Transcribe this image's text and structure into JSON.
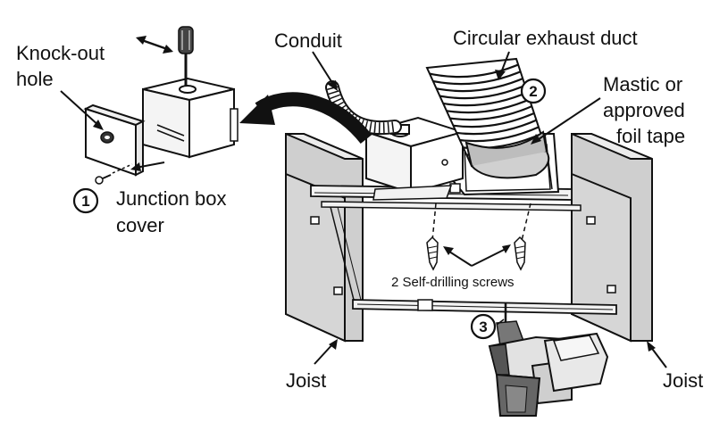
{
  "labels": {
    "knockout_line1": "Knock-out",
    "knockout_line2": "hole",
    "conduit": "Conduit",
    "exhaust_duct": "Circular exhaust duct",
    "mastic_line1": "Mastic or",
    "mastic_line2": "approved",
    "mastic_line3": "foil tape",
    "junction_line1": "Junction box",
    "junction_line2": "cover",
    "screws": "2 Self-drilling screws",
    "joist_left": "Joist",
    "joist_right": "Joist"
  },
  "steps": {
    "step1": "1",
    "step2": "2",
    "step3": "3"
  },
  "colors": {
    "line": "#111111",
    "joist_fill": "#d8d8d8",
    "drill_fill": "#e2e2e2",
    "duct_band": "#bdbdbd"
  }
}
